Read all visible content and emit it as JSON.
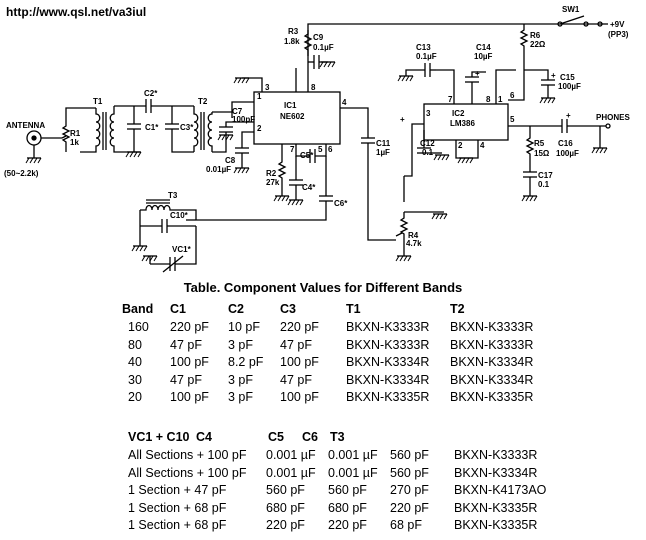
{
  "url": "http://www.qsl.net/va3iul",
  "schematic": {
    "labels": {
      "antenna": "ANTENNA",
      "impedance": "(50~2.2k)",
      "r1": "R1",
      "r1_val": "1k",
      "t1": "T1",
      "t2": "T2",
      "t3": "T3",
      "c1": "C1*",
      "c2": "C2*",
      "c3": "C3*",
      "c4": "C4*",
      "c5": "C5*",
      "c6": "C6*",
      "c7": "C7",
      "c7_val": "100pF",
      "c8": "C8",
      "c8_val": "0.01µF",
      "c9": "C9",
      "c9_val": "0.1µF",
      "c10": "C10*",
      "c11": "C11",
      "c11_val": "1µF",
      "c12": "C12",
      "c12_val": "0.1",
      "c13": "C13",
      "c13_val": "0.1µF",
      "c14": "C14",
      "c14_val": "10µF",
      "c15": "C15",
      "c15_val": "100µF",
      "c16": "C16",
      "c16_val": "100µF",
      "c17": "C17",
      "c17_val": "0.1",
      "r2": "R2",
      "r2_val": "27k",
      "r3": "R3",
      "r3_val": "1.8k",
      "r4": "R4",
      "r4_val": "4.7k",
      "r5": "R5",
      "r5_val": "15Ω",
      "r6": "R6",
      "r6_val": "22Ω",
      "vc1": "VC1*",
      "ic1": "IC1",
      "ic1_part": "NE602",
      "ic2": "IC2",
      "ic2_part": "LM386",
      "sw1": "SW1",
      "supply": "+9V",
      "supply_note": "(PP3)",
      "phones": "PHONES",
      "pin1": "1",
      "pin2": "2",
      "pin3": "3",
      "pin4": "4",
      "pin5": "5",
      "pin6": "6",
      "pin7": "7",
      "pin8": "8",
      "ic2_pin1": "1",
      "ic2_pin2": "2",
      "ic2_pin3": "3",
      "ic2_pin4": "4",
      "ic2_pin5": "5",
      "ic2_pin6": "6",
      "ic2_pin7": "7",
      "ic2_pin8": "8",
      "plus": "+"
    }
  },
  "table_title": "Table. Component Values for Different Bands",
  "table1": {
    "headers": [
      "Band",
      "C1",
      "C2",
      "C3",
      "T1",
      "T2"
    ],
    "rows": [
      [
        "160",
        "220 pF",
        "10 pF",
        "220 pF",
        "BKXN-K3333R",
        "BKXN-K3333R"
      ],
      [
        "80",
        "47 pF",
        "3 pF",
        "47 pF",
        "BKXN-K3333R",
        "BKXN-K3333R"
      ],
      [
        "40",
        "100 pF",
        "8.2 pF",
        "100 pF",
        "BKXN-K3334R",
        "BKXN-K3334R"
      ],
      [
        "30",
        "47 pF",
        "3 pF",
        "47 pF",
        "BKXN-K3334R",
        "BKXN-K3334R"
      ],
      [
        "20",
        "100 pF",
        "3 pF",
        "100 pF",
        "BKXN-K3335R",
        "BKXN-K3335R"
      ]
    ]
  },
  "table2": {
    "headers": [
      "VC1 + C10",
      "C4",
      "C5",
      "C6",
      "T3"
    ],
    "rows": [
      [
        "All Sections + 100 pF",
        "0.001 µF",
        "0.001 µF",
        "560 pF",
        "BKXN-K3333R"
      ],
      [
        "All Sections + 100 pF",
        "0.001 µF",
        "0.001 µF",
        "560 pF",
        "BKXN-K3334R"
      ],
      [
        "1 Section   +   47 pF",
        "560   pF",
        "560   pF",
        "270 pF",
        "BKXN-K4173AO"
      ],
      [
        "1 Section   +   68 pF",
        "680   pF",
        "680   pF",
        "220 pF",
        "BKXN-K3335R"
      ],
      [
        "1 Section   +   68 pF",
        "220   pF",
        "220   pF",
        "68 pF",
        "BKXN-K3335R"
      ]
    ]
  }
}
